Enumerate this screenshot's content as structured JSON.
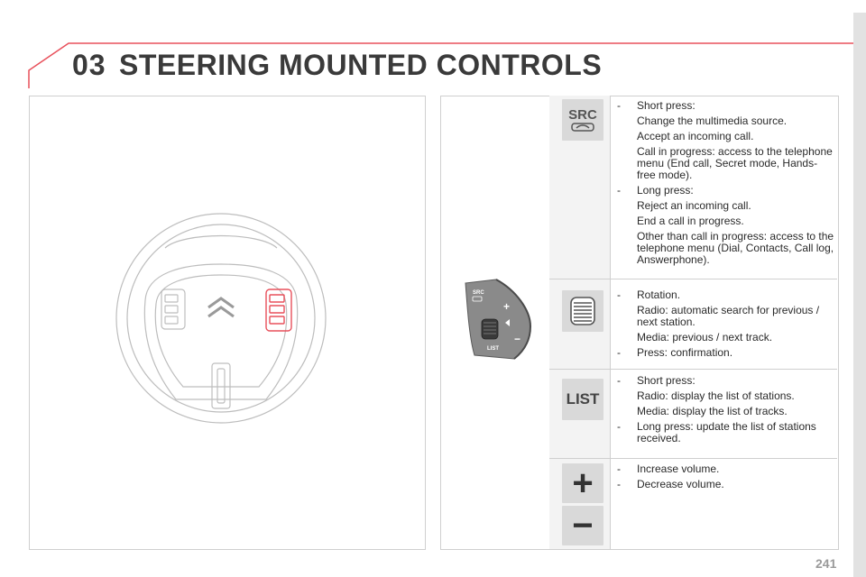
{
  "header": {
    "chapter_number": "03",
    "title": "STEERING MOUNTED CONTROLS",
    "accent_color": "#e8505b"
  },
  "icons": {
    "src": {
      "label": "SRC",
      "name": "src-phone-button"
    },
    "wheel": {
      "name": "thumbwheel-button"
    },
    "list": {
      "label": "LIST",
      "name": "list-button"
    },
    "plus": {
      "label": "+",
      "name": "volume-up-button"
    },
    "minus": {
      "label": "−",
      "name": "volume-down-button"
    }
  },
  "controls_illustration": {
    "src_label": "SRC",
    "list_label": "LIST",
    "plus_label": "+",
    "minus_label": "−"
  },
  "rows": [
    {
      "items": [
        {
          "dash": "-",
          "text": "Short press:",
          "subs": [
            "Change the multimedia source.",
            "Accept an incoming call.",
            "Call in progress: access to the telephone menu (End call, Secret mode, Hands-free mode)."
          ]
        },
        {
          "dash": "-",
          "text": "Long press:",
          "subs": [
            "Reject an incoming call.",
            "End a call in progress.",
            "Other than call in progress: access to the telephone menu (Dial, Contacts, Call log, Answerphone)."
          ]
        }
      ]
    },
    {
      "items": [
        {
          "dash": "-",
          "text": "Rotation.",
          "subs": [
            "Radio: automatic search for previous / next station.",
            "Media: previous / next track."
          ]
        },
        {
          "dash": "-",
          "text": "Press: confirmation.",
          "subs": []
        }
      ]
    },
    {
      "items": [
        {
          "dash": "-",
          "text": "Short press:",
          "subs": [
            "Radio: display the list of stations.",
            "Media: display the list of tracks."
          ]
        },
        {
          "dash": "-",
          "text": "Long press: update the list of stations received.",
          "subs": []
        }
      ]
    },
    {
      "items": [
        {
          "dash": "-",
          "text": "Increase volume.",
          "subs": []
        },
        {
          "dash": "-",
          "text": "Decrease volume.",
          "subs": []
        }
      ]
    }
  ],
  "footer": {
    "page_number": "241"
  }
}
